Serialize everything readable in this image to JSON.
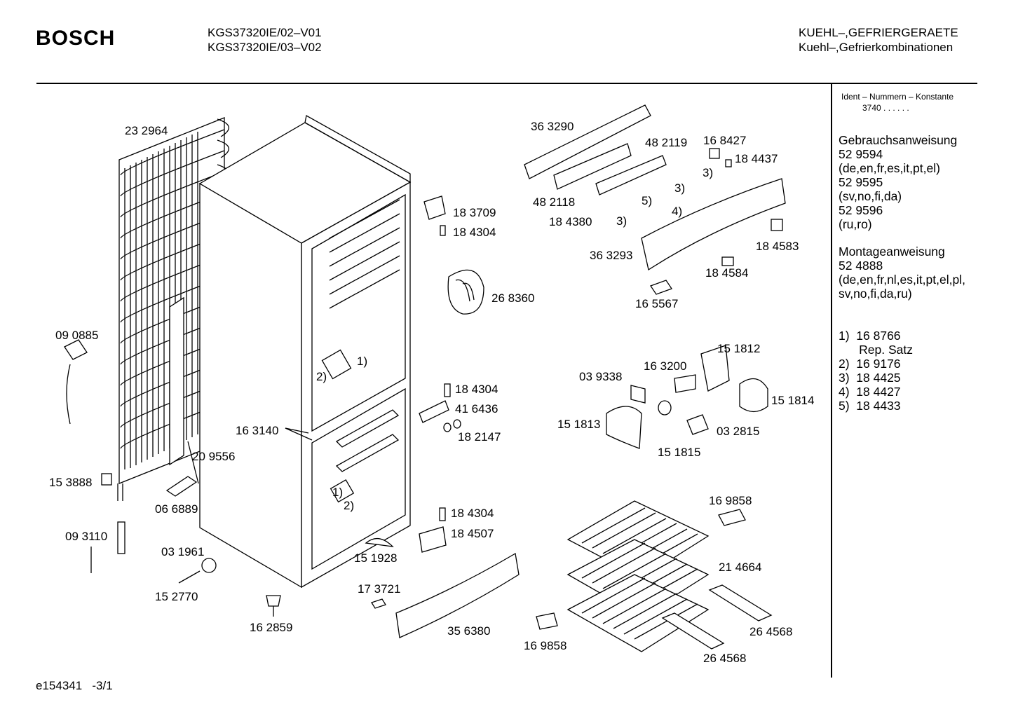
{
  "header": {
    "brand": "BOSCH",
    "model_line1": "KGS37320IE/02–V01",
    "model_line2": "KGS37320IE/03–V02",
    "category_line1": "KUEHL–,GEFRIERGERAETE",
    "category_line2": "Kuehl–,Gefrierkombinationen"
  },
  "sidebar": {
    "ident_title": "Ident – Nummern – Konstante",
    "ident_value": "3740 . . . . . .",
    "gebrauch_title": "Gebrauchsanweisung",
    "gebrauch_1": "52 9594",
    "gebrauch_1_lang": "(de,en,fr,es,it,pt,el)",
    "gebrauch_2": "52 9595",
    "gebrauch_2_lang": "(sv,no,fi,da)",
    "gebrauch_3": "52 9596",
    "gebrauch_3_lang": "(ru,ro)",
    "montage_title": "Montageanweisung",
    "montage_1": "52 4888",
    "montage_1_lang_a": "(de,en,fr,nl,es,it,pt,el,pl,",
    "montage_1_lang_b": "sv,no,fi,da,ru)",
    "notes": [
      "1)  16 8766",
      "      Rep. Satz",
      "2)  16 9176",
      "3)  18 4425",
      "4)  18 4427",
      "5)  18 4433"
    ]
  },
  "parts": [
    "23 2964",
    "09 0885",
    "15 3888",
    "09 3110",
    "03 1961",
    "15 2770",
    "16 2859",
    "20 9556",
    "06 6889",
    "16 3140",
    "1)",
    "2)",
    "1)",
    "2)",
    "18 3709",
    "18 4304",
    "26 8360",
    "18 4304",
    "41 6436",
    "18 2147",
    "18 4304",
    "18 4507",
    "15 1928",
    "17 3721",
    "35 6380",
    "36 3290",
    "48 2119",
    "16 8427",
    "18 4437",
    "48 2118",
    "18 4380",
    "3)",
    "5)",
    "3)",
    "3)",
    "4)",
    "36 3293",
    "18 4583",
    "18 4584",
    "16 5567",
    "15 1812",
    "16 3200",
    "03 9338",
    "15 1814",
    "15 1813",
    "15 1815",
    "03 2815",
    "16 9858",
    "21 4664",
    "16 9858",
    "26 4568",
    "26 4568"
  ],
  "footer": {
    "doc_id": "e154341   -3/1"
  }
}
